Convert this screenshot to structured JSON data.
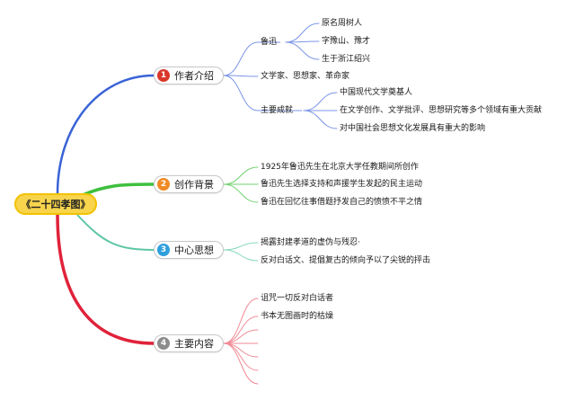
{
  "root": {
    "title": "《二十四孝图》"
  },
  "branches": [
    {
      "num": "1",
      "label": "作者介绍",
      "color": "#d9382b",
      "items": [
        {
          "label": "鲁迅",
          "children": [
            "原名周树人",
            "字豫山、豫才",
            "生于浙江绍兴"
          ]
        },
        {
          "label": "文学家、思想家、革命家"
        },
        {
          "label": "主要成就",
          "children": [
            "中国现代文学奠基人",
            "在文学创作、文学批评、思想研究等多个领域有重大贡献",
            "对中国社会思想文化发展具有重大的影响"
          ]
        }
      ]
    },
    {
      "num": "2",
      "label": "创作背景",
      "color": "#f08a24",
      "items": [
        {
          "label": "1925年鲁迅先生在北京大学任教期间所创作"
        },
        {
          "label": "鲁迅先生选择支持和声援学生发起的民主运动"
        },
        {
          "label": "鲁迅在回忆往事借题抒发自己的愤愤不平之情"
        }
      ]
    },
    {
      "num": "3",
      "label": "中心思想",
      "color": "#2f9fdc",
      "items": [
        {
          "label": "揭露封建孝道的虚伪与残忍·"
        },
        {
          "label": "反对白话文、提倡复古的倾向予以了尖锐的抨击"
        }
      ]
    },
    {
      "num": "4",
      "label": "主要内容",
      "color": "#8c8c8c",
      "items": [
        {
          "label": "诅咒一切反对白话者"
        },
        {
          "label": "书本无图画时的枯燥"
        }
      ]
    }
  ],
  "colors": {
    "branch1_line": "#3a63d6",
    "branch2_line": "#3fbf3f",
    "branch3_line": "#5ec6a6",
    "branch4_line": "#e0223a",
    "sub1_line": "#7b95e8",
    "sub2_line": "#6fd06f",
    "sub3_line": "#88d7bd",
    "sub4_line": "#f08a95"
  }
}
